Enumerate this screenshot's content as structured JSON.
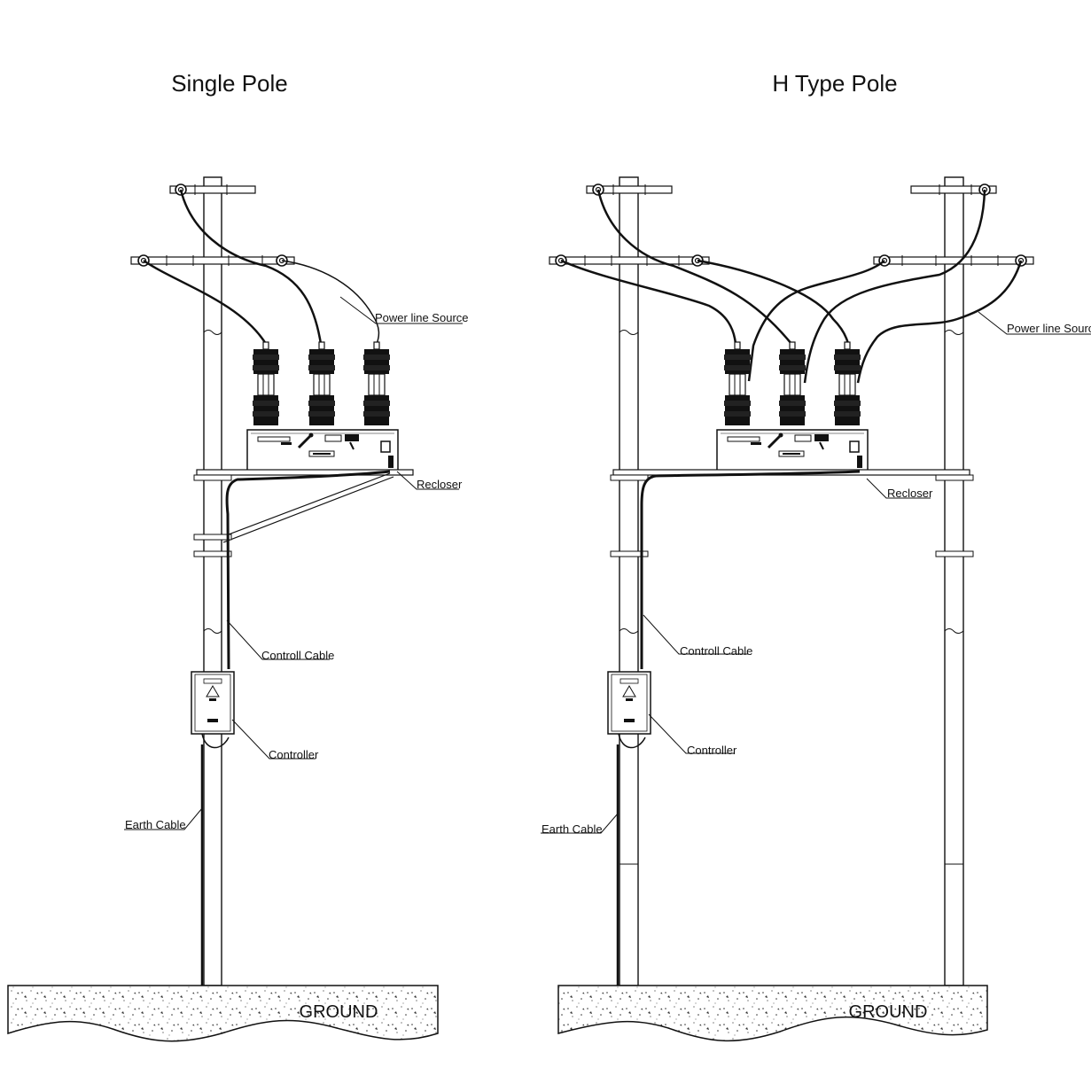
{
  "titles": {
    "left": "Single Pole",
    "right": "H Type Pole"
  },
  "left_labels": {
    "power_line_source": "Power line Source",
    "recloser": "Recloser",
    "control_cable": "Controll Cable",
    "controller": "Controller",
    "earth_cable": "Earth Cable",
    "ground": "GROUND"
  },
  "right_labels": {
    "power_line_source": "Power line Source",
    "recloser": "Recloser",
    "control_cable": "Controll Cable",
    "controller": "Controller",
    "earth_cable": "Earth Cable",
    "ground": "GROUND"
  }
}
